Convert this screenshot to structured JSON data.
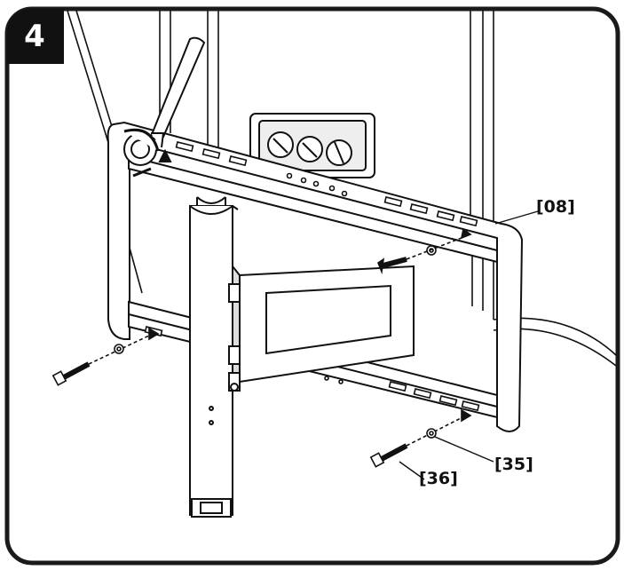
{
  "step": {
    "number": "4"
  },
  "callouts": {
    "bracket": "[08]",
    "washer": "[35]",
    "screw": "[36]"
  },
  "colors": {
    "frame": "#1a1a1a",
    "label_bg": "#111111",
    "line": "#111111",
    "fill": "#ffffff",
    "shade": "#bdbdbd"
  }
}
